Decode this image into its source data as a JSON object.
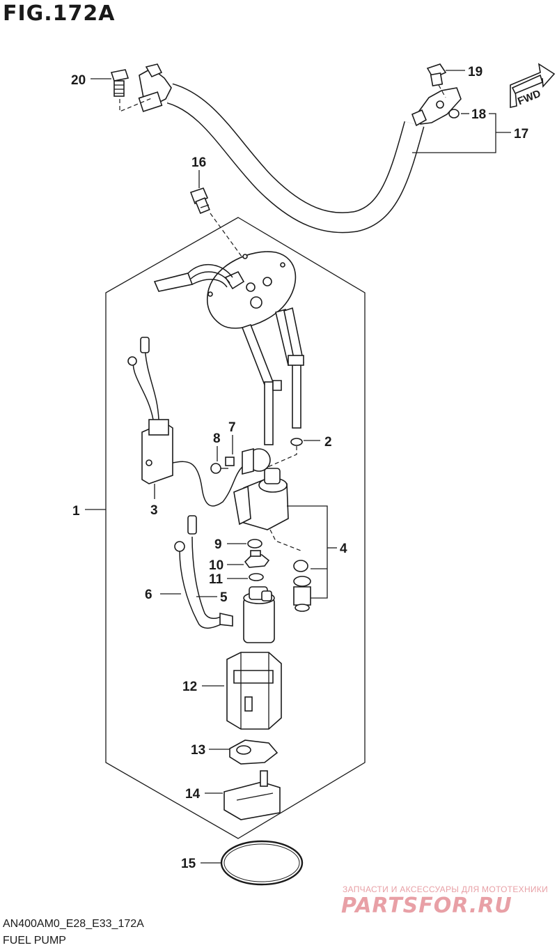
{
  "figure": {
    "title": "FIG.172A",
    "code": "AN400AM0_E28_E33_172A",
    "subtitle": "FUEL PUMP"
  },
  "direction_badge": {
    "text": "FWD"
  },
  "callouts": [
    {
      "id": "1",
      "text": "1"
    },
    {
      "id": "2",
      "text": "2"
    },
    {
      "id": "3",
      "text": "3"
    },
    {
      "id": "4",
      "text": "4"
    },
    {
      "id": "5",
      "text": "5"
    },
    {
      "id": "6",
      "text": "6"
    },
    {
      "id": "7",
      "text": "7"
    },
    {
      "id": "8",
      "text": "8"
    },
    {
      "id": "9",
      "text": "9"
    },
    {
      "id": "10",
      "text": "10"
    },
    {
      "id": "11",
      "text": "11"
    },
    {
      "id": "12",
      "text": "12"
    },
    {
      "id": "13",
      "text": "13"
    },
    {
      "id": "14",
      "text": "14"
    },
    {
      "id": "15",
      "text": "15"
    },
    {
      "id": "16",
      "text": "16"
    },
    {
      "id": "17",
      "text": "17"
    },
    {
      "id": "18",
      "text": "18"
    },
    {
      "id": "19",
      "text": "19"
    },
    {
      "id": "20",
      "text": "20"
    }
  ],
  "watermark": {
    "tagline": "ЗАПЧАСТИ И АКСЕССУАРЫ ДЛЯ МОТОТЕХНИКИ",
    "brand": "PARTSFOR.RU",
    "color": "#e8a0a6"
  }
}
